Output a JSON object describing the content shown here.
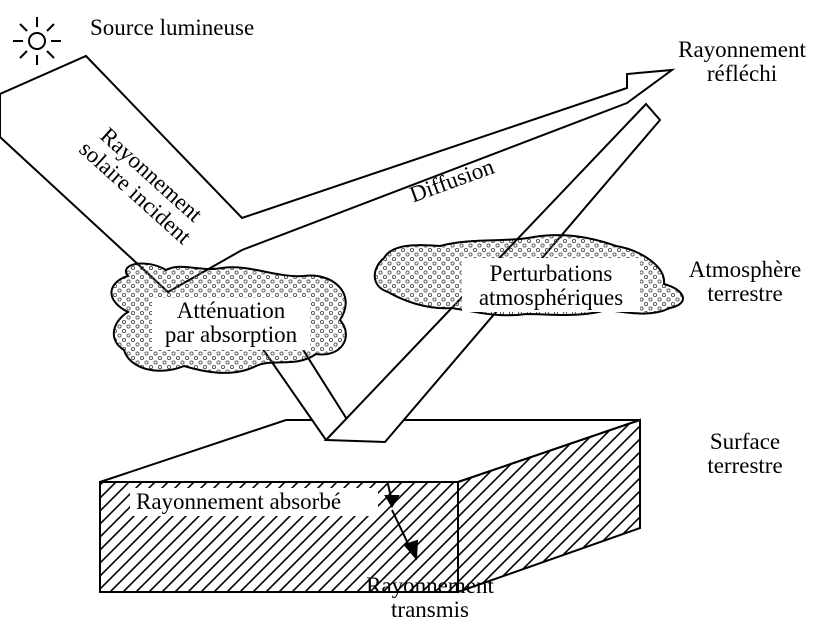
{
  "labels": {
    "source": "Source lumineuse",
    "incident_1": "Rayonnement",
    "incident_2": "solaire incident",
    "diffusion": "Diffusion",
    "reflected_1": "Rayonnement",
    "reflected_2": "réfléchi",
    "attenuation_1": "Atténuation",
    "attenuation_2": "par absorption",
    "perturbations_1": "Perturbations",
    "perturbations_2": "atmosphériques",
    "atmosphere_1": "Atmosphère",
    "atmosphere_2": "terrestre",
    "surface_1": "Surface",
    "surface_2": "terrestre",
    "absorbed": "Rayonnement absorbé",
    "transmitted_1": "Rayonnement",
    "transmitted_2": "transmis"
  },
  "icons": {
    "source": "sun-icon"
  },
  "colors": {
    "ink": "#000000",
    "paper": "#ffffff",
    "cloud_dots": "#555555"
  }
}
